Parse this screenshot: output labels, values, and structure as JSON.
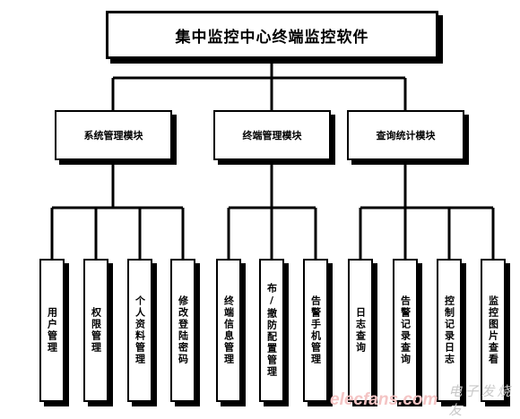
{
  "root": {
    "title": "集中监控中心终端监控软件"
  },
  "modules": [
    {
      "label": "系统管理模块",
      "children": [
        "用户管理",
        "权限管理",
        "个人资料管理",
        "修改登陆密码"
      ]
    },
    {
      "label": "终端管理模块",
      "children": [
        "终端信息管理",
        "布/撤防配置管理",
        "告警手机管理"
      ]
    },
    {
      "label": "查询统计模块",
      "children": [
        "日志查询",
        "告警记录查询",
        "控制记录日志",
        "监控图片查看"
      ]
    }
  ],
  "watermark": {
    "logo": "elecfans.com",
    "cn": "电子发烧友"
  }
}
